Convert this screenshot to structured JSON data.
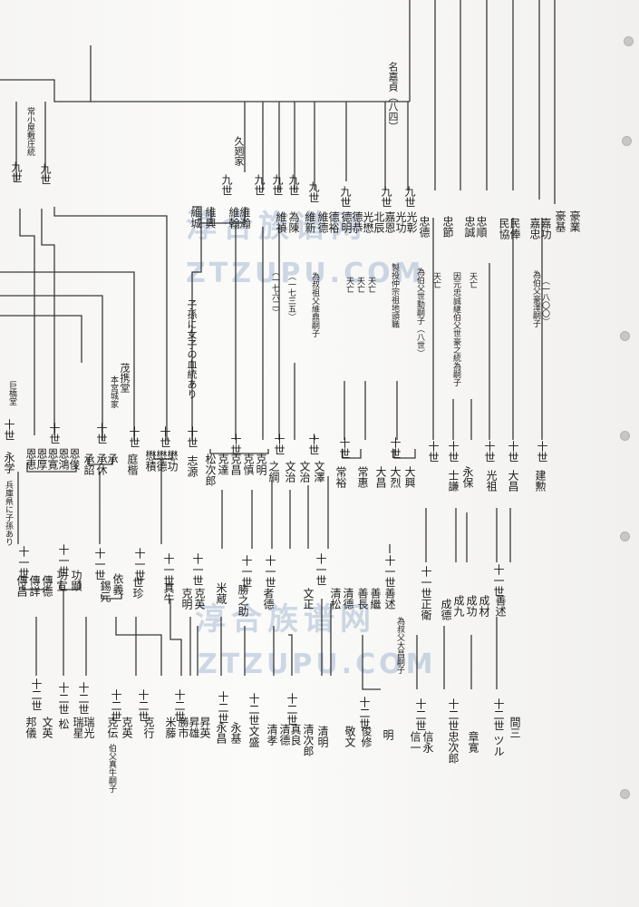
{
  "document": {
    "watermarks": [
      {
        "zh": "淳合族谱网",
        "en": "ZTZUPU.COM"
      }
    ],
    "top_notes": {
      "head_name": "名嘉貞（八四）",
      "jiuyi": "久𢌞家",
      "tsune": "常小屋敷庄統"
    },
    "gen9": [
      "九世",
      "九世",
      "九世",
      "九世",
      "九世",
      "九世",
      "九世",
      "九世",
      "九世",
      "九世"
    ],
    "gen9_names": [
      {
        "name": "維城",
        "note": ""
      },
      {
        "name": "維興",
        "note": ""
      },
      {
        "name": "維翰",
        "note": ""
      },
      {
        "name": "維瀚",
        "note": ""
      },
      {
        "name": "維禎",
        "note": ""
      },
      {
        "name": "為陳",
        "note": ""
      },
      {
        "name": "維新",
        "note": ""
      },
      {
        "name": "維德",
        "note": ""
      },
      {
        "name": "德裕",
        "note": ""
      },
      {
        "name": "德明",
        "note": ""
      },
      {
        "name": "德恭",
        "note": ""
      },
      {
        "name": "光懋",
        "note": ""
      },
      {
        "name": "北辰",
        "note": ""
      },
      {
        "name": "嘉恩",
        "note": ""
      },
      {
        "name": "光功",
        "note": ""
      },
      {
        "name": "光彰",
        "note": ""
      },
      {
        "name": "忠德",
        "note": ""
      },
      {
        "name": "忠節",
        "note": ""
      },
      {
        "name": "忠誠",
        "note": ""
      },
      {
        "name": "忠順",
        "note": ""
      },
      {
        "name": "民協",
        "note": ""
      },
      {
        "name": "民俸",
        "note": ""
      },
      {
        "name": "嘉忠",
        "note": ""
      },
      {
        "name": "嘉功",
        "note": ""
      },
      {
        "name": "豪基",
        "note": ""
      },
      {
        "name": "豪業",
        "note": ""
      }
    ],
    "notes9": {
      "n1": "子孫に女子の血統あり",
      "n2": "為叔祖父維鼎嗣子",
      "n3": "製投仲宗祖地頭職",
      "n4": "為伯父世勳嗣子（八世）",
      "n5": "因元忠誠継伯父世豪之統為嗣子",
      "n6": "為伯父豪澤嗣子",
      "n7": "天亡",
      "y1": "（一七六二）",
      "y2": "（一七三五）",
      "y3": "（一八〇〇）"
    },
    "gen10_heads": {
      "jukkyodo": "巨橋堂",
      "mosodo": "茂携堂",
      "miyagi": "本宮城家"
    },
    "gen10": [
      "十世",
      "十世",
      "十世",
      "十世",
      "十世",
      "十世",
      "十世",
      "十世",
      "十世",
      "十世",
      "十世",
      "十世",
      "十世",
      "十世",
      "十世",
      "十世",
      "十世"
    ],
    "gen10_names": {
      "eigaku": "永学",
      "eigaku_note": "兵庫県に子孫あり",
      "on": [
        "恩恵",
        "恩厚",
        "恩寛",
        "恩鴻",
        "恩俊"
      ],
      "sho": [
        "承詔",
        "承休",
        "承"
      ],
      "tei": "庭楷",
      "kei": [
        "懋積",
        "懋德",
        "懋功"
      ],
      "shigen": "志源",
      "matsu": "松次郎",
      "ko": [
        "克達",
        "克昌",
        "克慎",
        "克明"
      ],
      "bun": [
        "之綱",
        "文治",
        "文治",
        "文澤"
      ],
      "jo": [
        "常裕",
        "常惠"
      ],
      "tai": [
        "大昌",
        "大烈",
        "大興"
      ],
      "eiho": "永保",
      "shiken": "士謙",
      "ko2": "光祖",
      "daisho": "大昌",
      "kenkun": "建勲"
    },
    "gen11": [
      "十一世",
      "十一世",
      "十一世",
      "十一世",
      "十一世",
      "十一世",
      "十一世",
      "十一世",
      "十一世",
      "十一世",
      "十一世",
      "十一世"
    ],
    "gen11_names": {
      "den": [
        "傳昌",
        "傳詳",
        "傳德"
      ],
      "ko": [
        "功宣",
        "功顕"
      ],
      "shaku": "錫元",
      "ikugi": "依義",
      "seichin": "世珍",
      "shingyu": "真牛",
      "kokei": [
        "克明",
        "克英"
      ],
      "beizo": "米蔵",
      "shosuke": "勝之助",
      "kosei": "者德",
      "bunchu": "文正",
      "seisho": [
        "清松",
        "清德"
      ],
      "zen": [
        "善長",
        "善繼"
      ],
      "zenjutsu": "善述",
      "zen_note": "為叔父大昌嗣子",
      "seikei": "正衛",
      "seitoku": "成德",
      "seikyu": "成九",
      "seiko": "成功",
      "seizai": "成材",
      "zensetsu": "善述"
    },
    "gen12": [
      "十二世",
      "十二世",
      "十二世",
      "十二世",
      "十二世",
      "十二世",
      "十二世",
      "十二世",
      "十二世",
      "十二世",
      "十二世",
      "十二世",
      "十二世"
    ],
    "gen12_names": {
      "bunei": "文英",
      "hoken": "邦儀",
      "ko": "松",
      "zuisei": [
        "瑞星",
        "瑞光"
      ],
      "kokyu": "克伝",
      "kokyu_note": "伯父真牛嗣子",
      "kokei": [
        "克英",
        "克行"
      ],
      "beisho": [
        "米藤",
        "勝市"
      ],
      "eiyu": [
        "昇雄",
        "昇英"
      ],
      "eiki": [
        "永昌",
        "永基"
      ],
      "bunsei": "文盛",
      "seiko": [
        "清孝",
        "清德"
      ],
      "shinryo": "真良",
      "seijiro": "清次郎",
      "seiho": "清明",
      "keibun": [
        "敬文",
        "俊修"
      ],
      "myo": "明",
      "shinei": [
        "信一",
        "信永"
      ],
      "chujiro": "忠次郎",
      "shokan": "章寛",
      "tsuru": "ツル",
      "hoshi": "間三"
    }
  }
}
